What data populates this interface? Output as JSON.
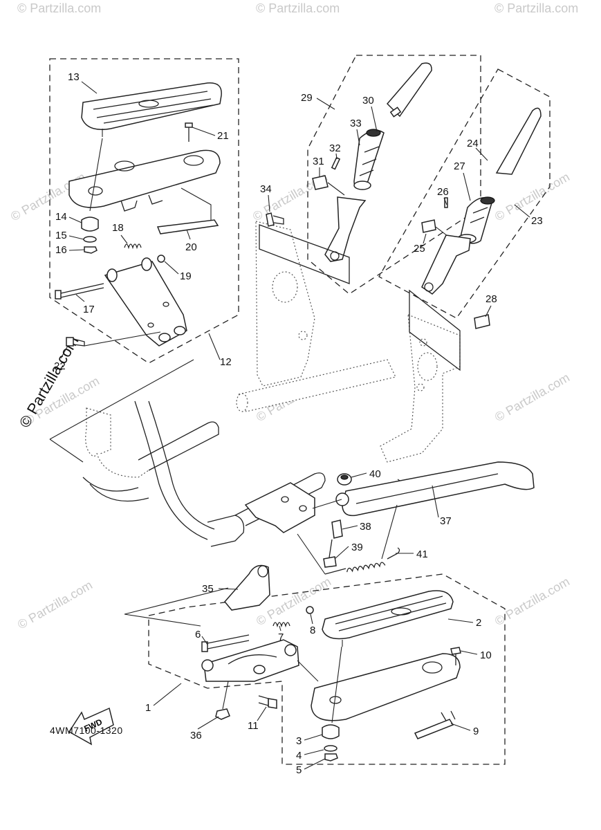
{
  "diagram_code": "4WM7100-1320",
  "watermark_text": "© Partzilla.com",
  "fwd_label": "FWD",
  "part_numbers": [
    "1",
    "2",
    "3",
    "4",
    "5",
    "6",
    "7",
    "8",
    "9",
    "10",
    "11",
    "12",
    "13",
    "14",
    "15",
    "16",
    "17",
    "18",
    "19",
    "20",
    "21",
    "22",
    "23",
    "24",
    "25",
    "26",
    "27",
    "28",
    "29",
    "30",
    "31",
    "32",
    "33",
    "34",
    "35",
    "36",
    "37",
    "38",
    "39",
    "40",
    "41"
  ],
  "colors": {
    "line": "#222222",
    "watermark": "#c9c9c9",
    "background": "#ffffff"
  }
}
